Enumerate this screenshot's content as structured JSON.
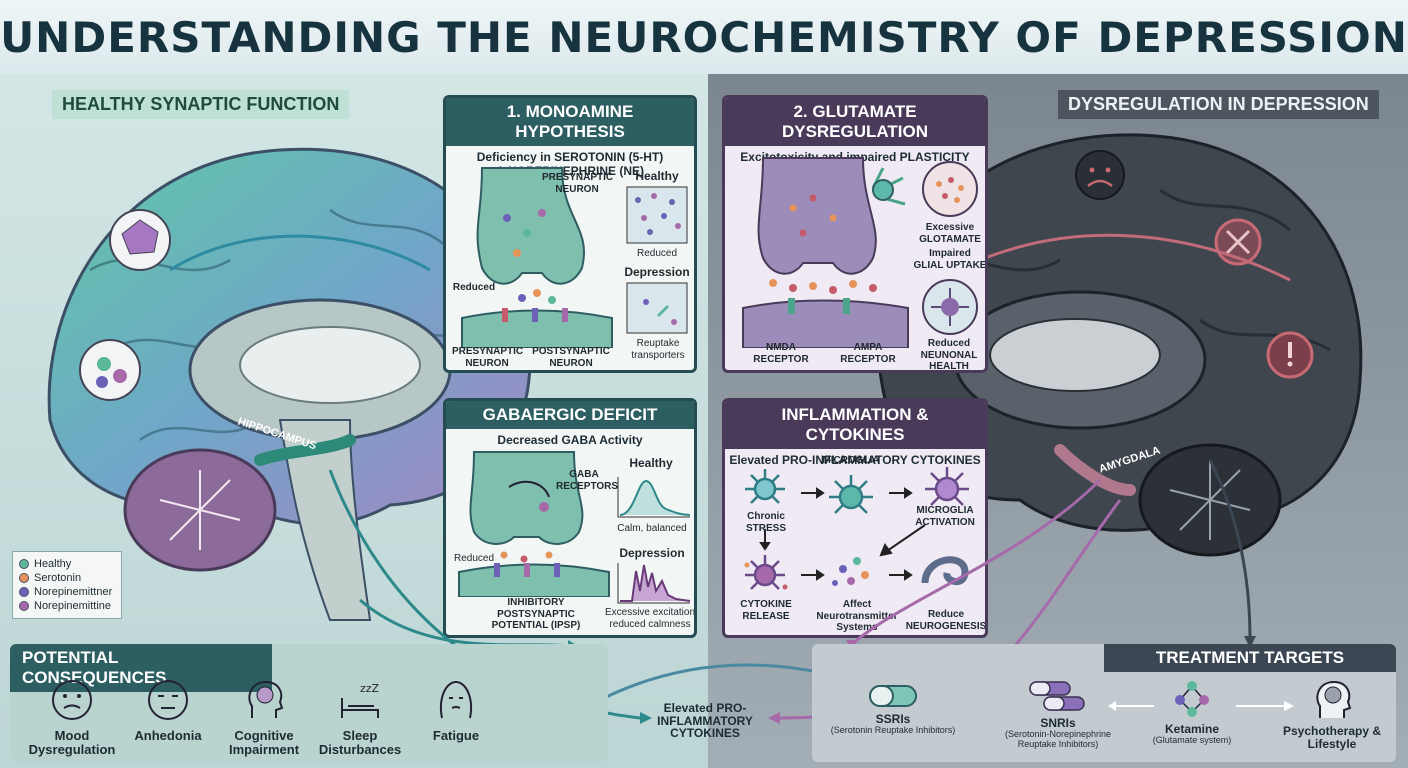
{
  "title": "UNDERSTANDING THE NEUROCHEMISTRY OF DEPRESSION",
  "left_tag": "HEALTHY SYNAPTIC FUNCTION",
  "right_tag": "DYSREGULATION IN DEPRESSION",
  "hippocampus": "HIPPOCAMPUS",
  "amygdala": "AMYGDALA",
  "monoamine": {
    "header": "1. MONOAMINE HYPOTHESIS",
    "sub1": "Deficiency in SEROTONIN (5-HT)",
    "sub2": "& NOREPINEPHRINE (NE)",
    "presyn_top": "PRESYNAPTIC NEURON",
    "healthy": "Healthy",
    "reduced_box": "Reduced",
    "reduced_side": "Reduced",
    "depression": "Depression",
    "presyn_bottom": "PRESYNAPTIC NEURON",
    "postsyn": "POSTSYNAPTIC NEURON",
    "reuptake": "Reuptake transporters"
  },
  "glutamate": {
    "header": "2. GLUTAMATE DYSREGULATION",
    "sub": "Excitotoxicity and impaired PLASTICITY",
    "excessive": "Excessive GLOTAMATE",
    "impaired": "Impaired GLIAL UPTAKE",
    "nmda": "NMDA RECEPTOR",
    "ampa": "AMPA RECEPTOR",
    "reduced": "Reduced NEUNONAL HEALTH"
  },
  "gaba": {
    "header": "GABAERGIC DEFICIT",
    "sub": "Decreased GABA Activity",
    "receptors": "GABA RECEPTORS",
    "healthy": "Healthy",
    "calm": "Calm, balanced",
    "reduced": "Reduced",
    "depression": "Depression",
    "inhibitory": "INHIBITORY POSTSYNAPTIC POTENTIAL (IPSP)",
    "excessive": "Excessive excitation reduced calmness"
  },
  "inflammation": {
    "header": "INFLAMMATION & CYTOKINES",
    "sub": "Elevated PRO-INFLAMMATORY CYTOKINES",
    "microglia": "MICROGLIA",
    "stress": "Chronic STRESS",
    "activation": "MICROGLIA ACTIVATION",
    "release": "CYTOKINE RELEASE",
    "affect": "Affect Neurotransmitter Systems",
    "reduce": "Reduce NEUROGENESIS"
  },
  "legend": [
    {
      "label": "Healthy",
      "color": "#5cb89a"
    },
    {
      "label": "Serotonin",
      "color": "#e6945a"
    },
    {
      "label": "Norepinemittner",
      "color": "#6b62b8"
    },
    {
      "label": "Norepinemittine",
      "color": "#a66aaa"
    }
  ],
  "consequences": {
    "header": "POTENTIAL CONSEQUENCES",
    "items": [
      {
        "label": "Mood Dysregulation"
      },
      {
        "label": "Anhedonia"
      },
      {
        "label": "Cognitive Impairment"
      },
      {
        "label": "Sleep Disturbances"
      },
      {
        "label": "Fatigue"
      }
    ]
  },
  "center_label": "Elevated PRO-INFLAMMATORY CYTOKINES",
  "treatment": {
    "header": "TREATMENT TARGETS",
    "ssri": "SSRIs",
    "ssri_sub": "(Serotonin Reuptake Inhibitors)",
    "snri": "SNRIs",
    "snri_sub": "(Serotonin-Norepinephrine Reuptake Inhibitors)",
    "ketamine": "Ketamine",
    "ketamine_sub": "(Glutamate system)",
    "psycho": "Psychotherapy & Lifestyle"
  }
}
